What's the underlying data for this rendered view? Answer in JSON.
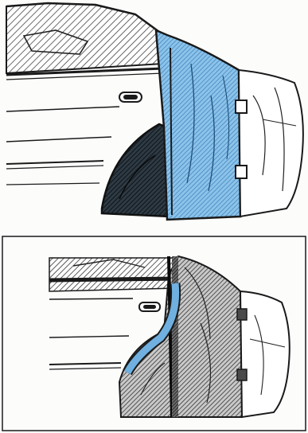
{
  "figure": {
    "panels": [
      {
        "id": "top",
        "highlight": "drape",
        "colors": {
          "ink": "#1a1a1a",
          "highlight": "#6fb0e0",
          "highlight_dark": "#4a8cc4",
          "hatch": "#2a2a2a"
        }
      },
      {
        "id": "bottom",
        "highlight": "tape",
        "colors": {
          "ink": "#1a1a1a",
          "highlight": "#6fb0e0",
          "highlight_dark": "#4a8cc4",
          "hatch": "#2a2a2a"
        }
      }
    ]
  }
}
